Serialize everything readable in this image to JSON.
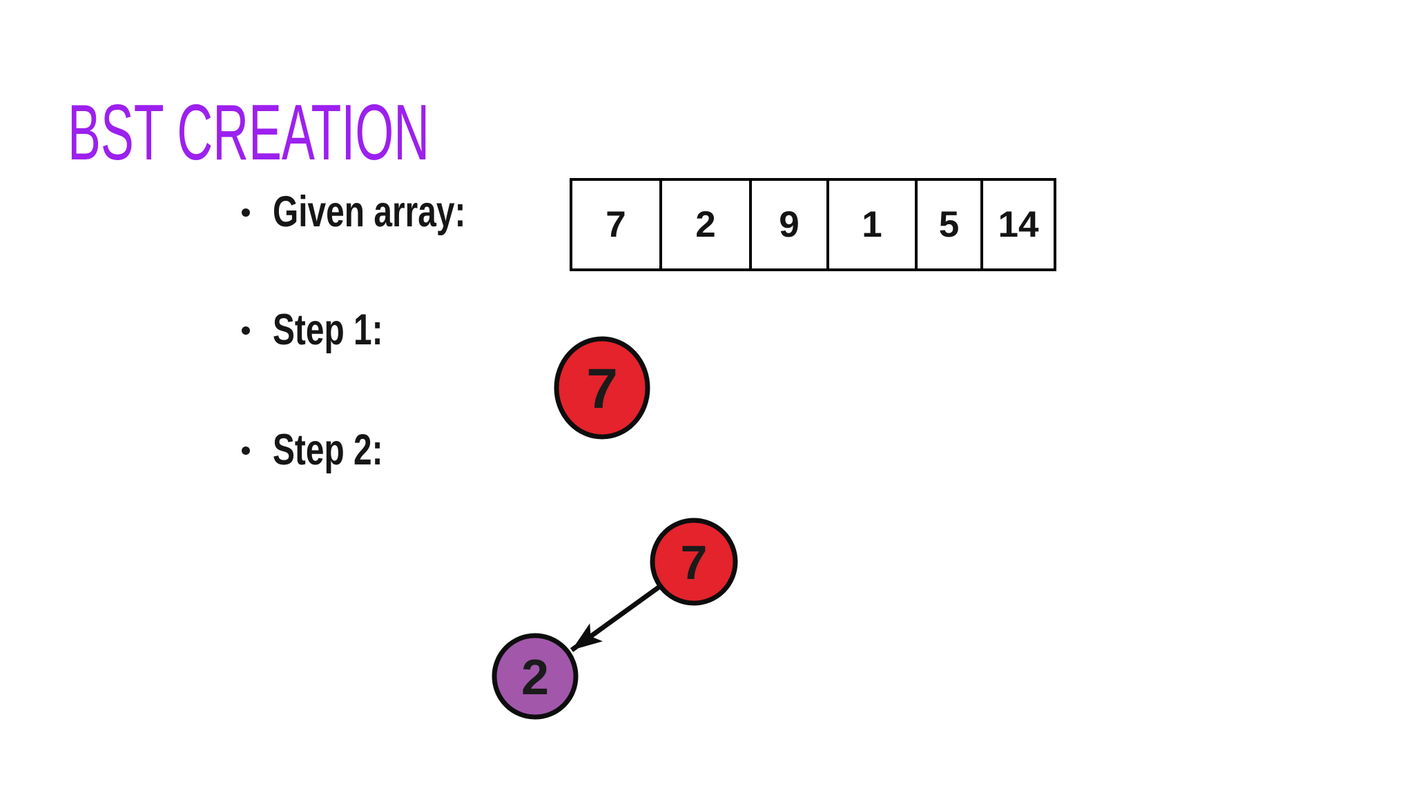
{
  "title": "BST CREATION",
  "colors": {
    "title_purple": "#9C20EE",
    "node_red": "#E4232C",
    "node_purple": "#A257AB",
    "stroke_black": "#0d0d0d",
    "text_black": "#161616"
  },
  "bullets": {
    "given_array": "Given array:",
    "step1": "Step 1:",
    "step2": "Step 2:"
  },
  "array": {
    "values": [
      "7",
      "2",
      "9",
      "1",
      "5",
      "14"
    ]
  },
  "step1_tree": {
    "root": "7"
  },
  "step2_tree": {
    "root": "7",
    "left_child": "2",
    "edge": {
      "from": "7",
      "to": "2",
      "direction": "root-to-left-child"
    }
  }
}
